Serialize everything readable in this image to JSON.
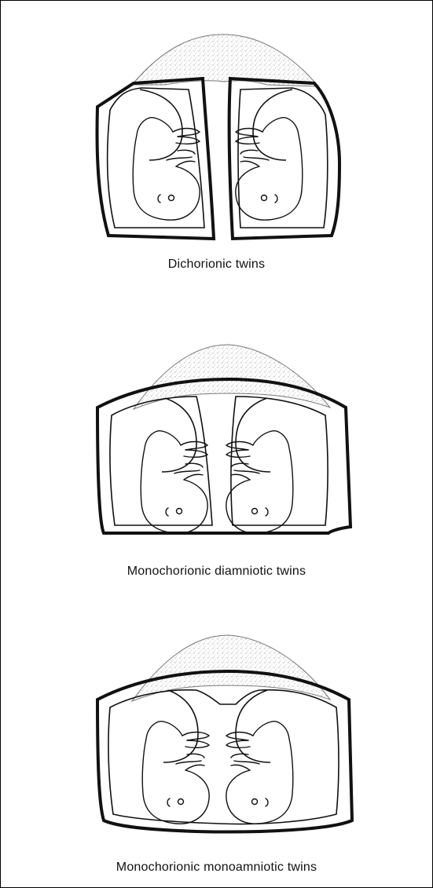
{
  "figures": [
    {
      "id": "dichorionic",
      "caption": "Dichorionic twins"
    },
    {
      "id": "monochorionic-diamniotic",
      "caption": "Monochorionic diamniotic twins"
    },
    {
      "id": "monochorionic-monoamniotic",
      "caption": "Monochorionic monoamniotic twins"
    }
  ],
  "colors": {
    "line": "#111111",
    "placenta": "#9a9a9a",
    "background": "#ffffff"
  }
}
